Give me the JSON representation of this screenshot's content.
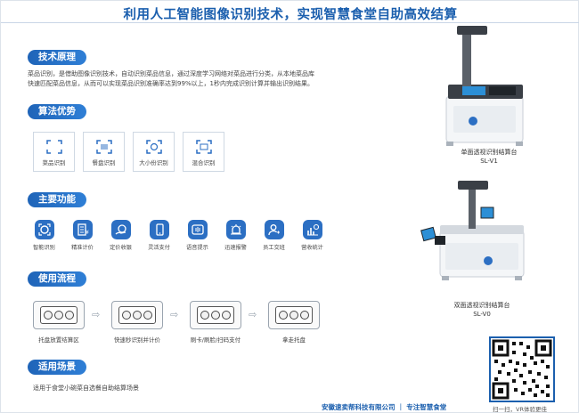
{
  "header": {
    "title": "利用人工智能图像识别技术，实现智慧食堂自助高效结算"
  },
  "sections": {
    "tech": {
      "title": "技术原理",
      "line1": "菜品识别，是借助图像识别技术，自动识别菜品信息，通过深度学习网络对菜品进行分类，从本地菜品库",
      "line2": "快速匹配菜品信息，从而可以实现菜品识别准确率达到99%以上，1秒内完成识别计算并输出识别结果。"
    },
    "algo": {
      "title": "算法优势",
      "cards": [
        {
          "label": "菜品识别",
          "icon": "scan-frame-icon"
        },
        {
          "label": "餐盘识别",
          "icon": "scan-lines-icon"
        },
        {
          "label": "大小份识别",
          "icon": "portion-size-icon"
        },
        {
          "label": "混合识别",
          "icon": "mixed-recognition-icon"
        }
      ]
    },
    "func": {
      "title": "主要功能",
      "items": [
        {
          "label": "智能识别",
          "icon": "face-scan-icon"
        },
        {
          "label": "精准计价",
          "icon": "price-calc-icon"
        },
        {
          "label": "定价收银",
          "icon": "cashier-icon"
        },
        {
          "label": "灵活支付",
          "icon": "mobile-pay-icon"
        },
        {
          "label": "语音提示",
          "icon": "voice-prompt-icon"
        },
        {
          "label": "迅速报警",
          "icon": "alarm-icon"
        },
        {
          "label": "员工交班",
          "icon": "shift-handover-icon"
        },
        {
          "label": "营收统计",
          "icon": "revenue-stats-icon"
        }
      ]
    },
    "flow": {
      "title": "使用流程",
      "steps": [
        {
          "label": "托盘放置结算区"
        },
        {
          "label": "快速秒识别并计价"
        },
        {
          "label": "刷卡/刷脸/扫码支付"
        },
        {
          "label": "拿走托盘"
        }
      ]
    },
    "scene": {
      "title": "适用场景",
      "text": "适用于食堂小碗菜自选餐自助结算场景"
    }
  },
  "devices": [
    {
      "name": "单面透视识别结算台",
      "model": "SL-V1"
    },
    {
      "name": "双面透视识别结算台",
      "model": "SL-V0"
    }
  ],
  "footer": {
    "company": "安徽速卖帮科技有限公司 ｜ 专注智慧食堂",
    "qr_caption": "扫一扫，VR体验更佳"
  },
  "colors": {
    "brand": "#1b5fae",
    "accent": "#2c6fc3"
  }
}
